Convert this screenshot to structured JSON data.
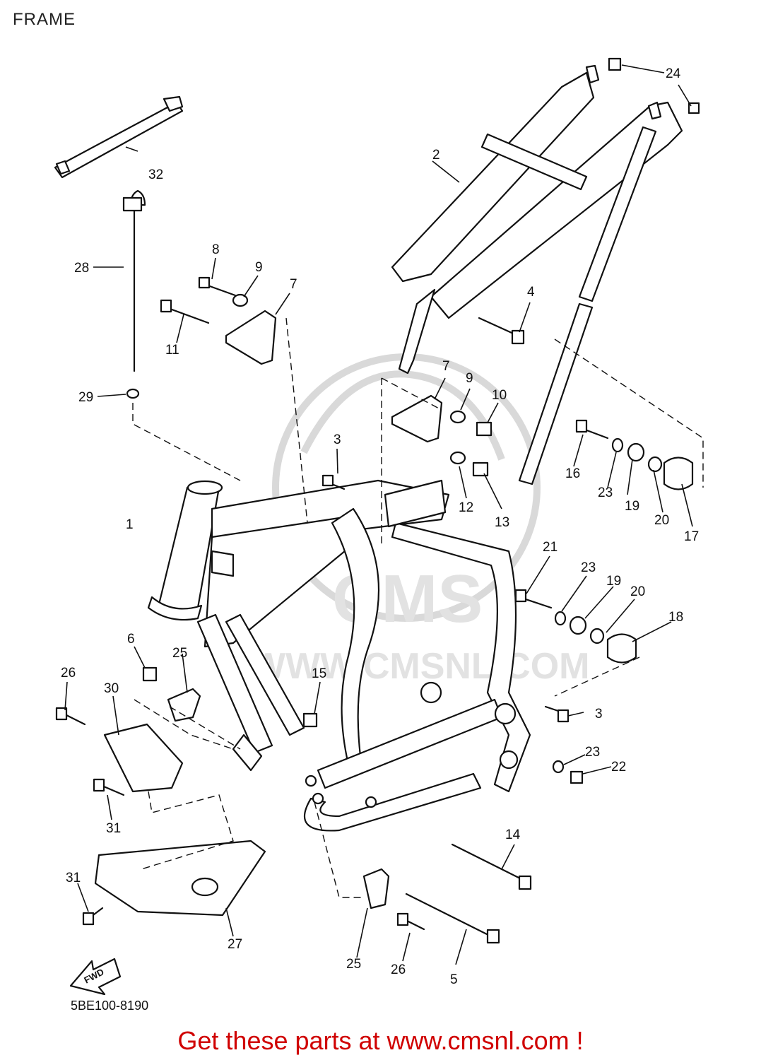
{
  "page": {
    "title": "FRAME",
    "document_code": "5BE100-8190",
    "call_to_action": "Get these parts at www.cmsnl.com !",
    "watermark_text": "WWW.CMSNL.COM",
    "watermark_logo": "CMS"
  },
  "direction_marker": {
    "label": "FWD"
  },
  "callouts": [
    "1",
    "2",
    "3",
    "3",
    "4",
    "5",
    "6",
    "7",
    "7",
    "8",
    "9",
    "9",
    "10",
    "11",
    "12",
    "13",
    "14",
    "15",
    "16",
    "17",
    "18",
    "19",
    "19",
    "20",
    "20",
    "21",
    "22",
    "23",
    "23",
    "23",
    "24",
    "25",
    "25",
    "26",
    "26",
    "27",
    "28",
    "29",
    "30",
    "31",
    "31",
    "32"
  ],
  "colors": {
    "cta": "#d00000",
    "lines": "#111111",
    "watermark": "#d9d9d9"
  }
}
